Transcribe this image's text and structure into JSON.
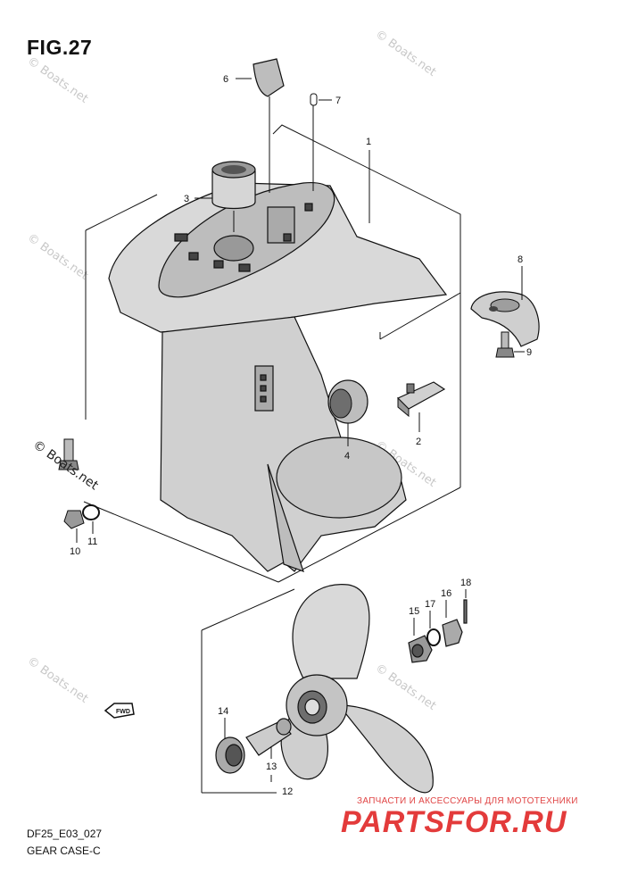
{
  "figure": {
    "title": "FIG.27"
  },
  "diagram_code": "DF25_E03_027",
  "caption": "GEAR CASE-C",
  "watermark": "© Boats.net",
  "fwd_mark": "FWD",
  "brand": {
    "subtitle": "ЗАПЧАСТИ И АКСЕССУАРЫ ДЛЯ МОТОТЕХНИКИ",
    "name": "PARTSFOR.RU",
    "color": "#e33b3b"
  },
  "callouts": {
    "p1": "1",
    "p2": "2",
    "p3": "3",
    "p4": "4",
    "p6": "6",
    "p7": "7",
    "p8": "8",
    "p9": "9",
    "p10": "10",
    "p11": "11",
    "p12": "12",
    "p13": "13",
    "p14": "14",
    "p15": "15",
    "p16": "16",
    "p17": "17",
    "p18": "18"
  }
}
